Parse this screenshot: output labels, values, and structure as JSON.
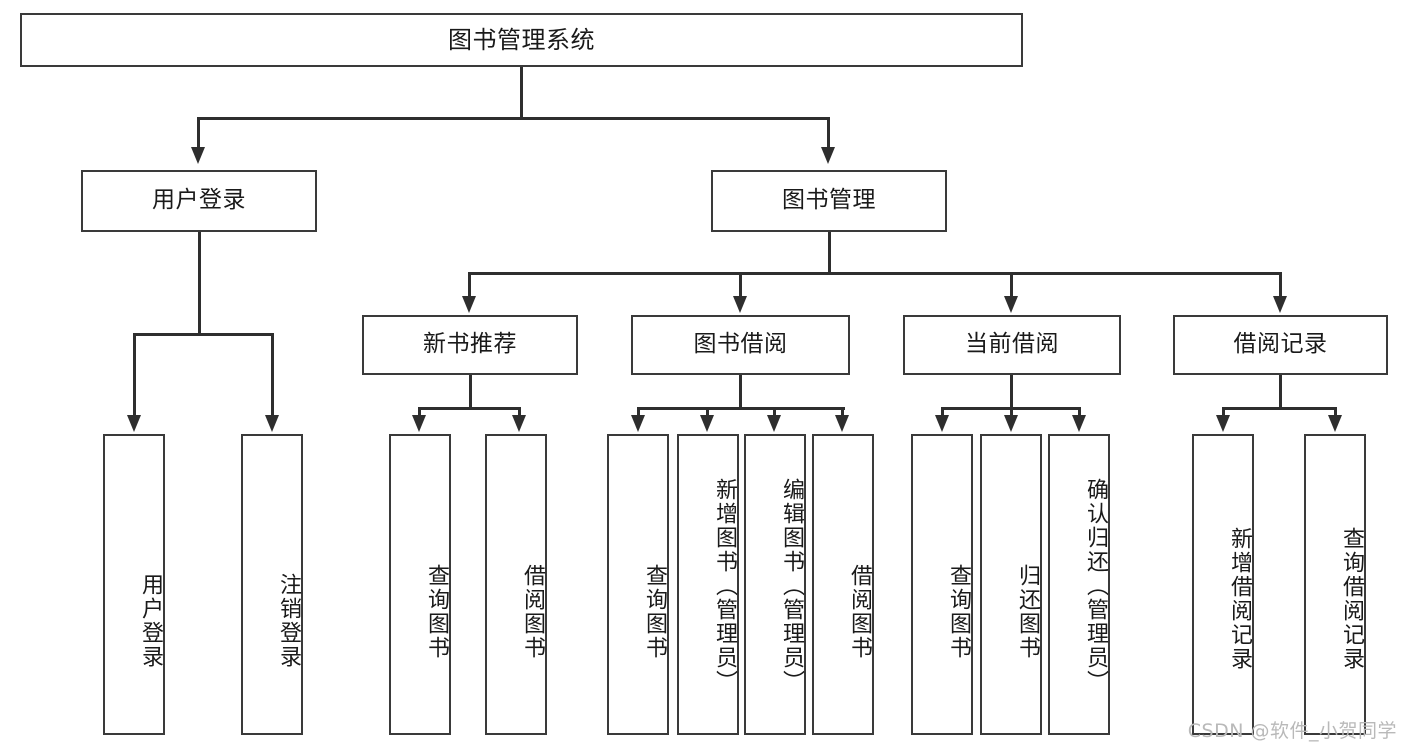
{
  "diagram": {
    "title": "图书管理系统",
    "type": "tree-hierarchy-diagram",
    "watermark": "CSDN @软件_小贺同学",
    "root": {
      "label": "图书管理系统"
    },
    "level1": [
      {
        "label": "用户登录"
      },
      {
        "label": "图书管理"
      }
    ],
    "level2": [
      {
        "label": "新书推荐"
      },
      {
        "label": "图书借阅"
      },
      {
        "label": "当前借阅"
      },
      {
        "label": "借阅记录"
      }
    ],
    "leaves": {
      "user_login": [
        {
          "label": "用户登录"
        },
        {
          "label": "注销登录"
        }
      ],
      "new_book_recommend": [
        {
          "label": "查询图书"
        },
        {
          "label": "借阅图书"
        }
      ],
      "book_borrow": [
        {
          "label": "查询图书"
        },
        {
          "label": "新增图书（管理员）"
        },
        {
          "label": "编辑图书（管理员）"
        },
        {
          "label": "借阅图书"
        }
      ],
      "current_borrow": [
        {
          "label": "查询图书"
        },
        {
          "label": "归还图书"
        },
        {
          "label": "确认归还（管理员）"
        }
      ],
      "borrow_record": [
        {
          "label": "新增借阅记录"
        },
        {
          "label": "查询借阅记录"
        }
      ]
    },
    "colors": {
      "box_border": "#3a3a3a",
      "connector": "#2e2e2e",
      "background": "#ffffff",
      "text": "#1a1a1a",
      "watermark": "#b9b9b9"
    }
  }
}
